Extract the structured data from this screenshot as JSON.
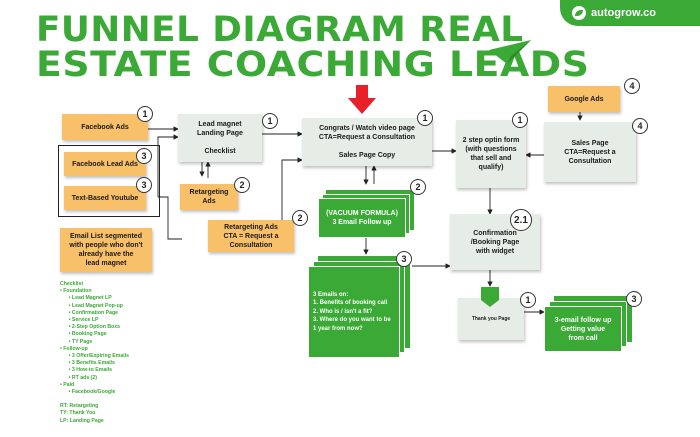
{
  "title": {
    "line1": "FUNNEL DIAGRAM REAL",
    "line2": "ESTATE COACHING LEADS"
  },
  "logo": {
    "text": "autogrow.co"
  },
  "nodes": {
    "facebook_ads": {
      "label": "Facebook Ads",
      "badge": "1"
    },
    "lead_magnet": {
      "label": "Lead magnet\nLanding Page\n\nChecklist",
      "badge": "1"
    },
    "facebook_lead_ads": {
      "label": "Facebook Lead Ads",
      "badge": "3"
    },
    "text_based_youtube": {
      "label": "Text-Based Youtube",
      "badge": "3"
    },
    "retargeting_ads": {
      "label": "Retargeting Ads",
      "badge": "2"
    },
    "email_list": {
      "label": "Email List segmented\nwith people who don't\nalready have the\nlead magnet"
    },
    "congrats": {
      "label": "Congrats / Watch video page\nCTA=Request a Consultation\n\nSales Page Copy",
      "badge": "1"
    },
    "retargeting_consult": {
      "label": "Retargeting Ads\nCTA = Request a\nConsultation",
      "badge": "2"
    },
    "vacuum": {
      "label": "(VACUUM FORMULA)\n3 Email Follow up",
      "badge": "2"
    },
    "three_emails": {
      "label": "3 Emails on:\n1. Benefits of booking call\n2. Who is / isn't a fit?\n3. Where do you want to be\n1 year from now?",
      "badge": "3"
    },
    "optin_form": {
      "label": "2 step optin form\n(with questions\nthat sell and\nqualify)",
      "badge": "1"
    },
    "google_ads": {
      "label": "Google Ads",
      "badge": "4"
    },
    "sales_page": {
      "label": "Sales Page\nCTA=Request a\nConsultation",
      "badge": "4"
    },
    "confirmation": {
      "label": "Confirmation\n/Booking Page\nwith widget",
      "badge": "2.1"
    },
    "thank_you": {
      "label": "Thank you Page",
      "badge": "1"
    },
    "followup": {
      "label": "3-email follow up\nGetting value\nfrom call",
      "badge": "3"
    }
  },
  "checklist": [
    "Checklist",
    "• Foundation",
    "      • Lead Magnet LP",
    "      • Lead Magnet Pop-up",
    "      • Confirmation Page",
    "      • Service LP",
    "      • 2-Step Option Boxs",
    "      • Booking Page",
    "      • TY Page",
    "• Follow-up",
    "      • 3 Offer/Expiring Emails",
    "      • 3 Benefits Emails",
    "      • 3 How-to Emails",
    "      • RT ads (2)",
    "• Paid",
    "      • Facebook/Google",
    "",
    "RT: Retargeting",
    "TY: Thank You",
    "LP: Landing Page"
  ],
  "colors": {
    "green": "#3aa935",
    "orange": "#f9c06a",
    "gray": "#e6ede6",
    "red_arrow": "#e8202a"
  }
}
